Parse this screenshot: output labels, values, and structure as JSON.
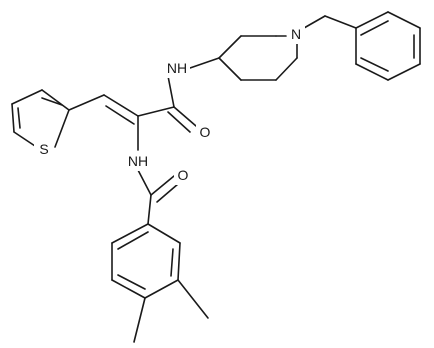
{
  "molecule": {
    "atom_labels": {
      "n_piperidine": "N",
      "nh_amide_top": "NH",
      "o_amide_top": "O",
      "s_thiophene": "S",
      "nh_amide_bottom": "NH",
      "o_amide_bottom": "O"
    }
  }
}
